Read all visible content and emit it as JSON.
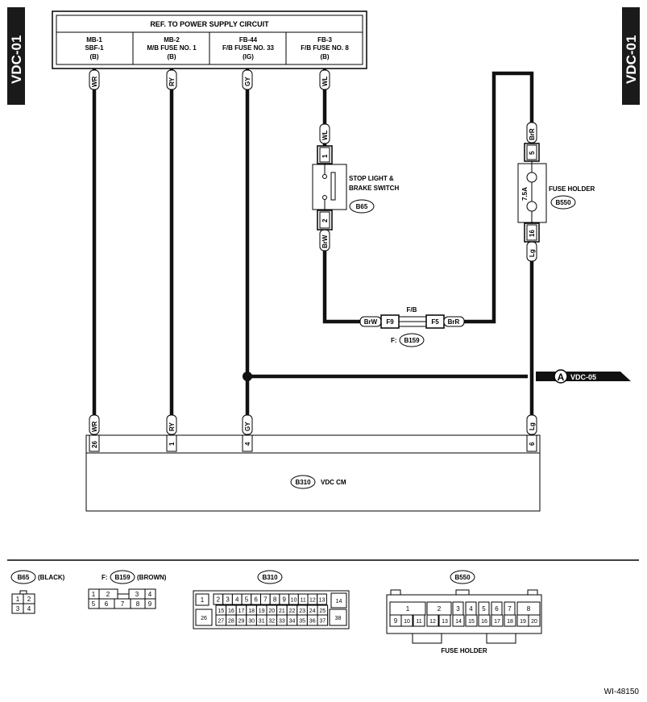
{
  "page_tags": {
    "left": "VDC-01",
    "right": "VDC-01"
  },
  "ref_box": {
    "title": "REF. TO POWER SUPPLY CIRCUIT",
    "columns": [
      {
        "l1": "MB-1",
        "l2": "SBF-1",
        "l3": "(B)"
      },
      {
        "l1": "MB-2",
        "l2": "M/B FUSE NO. 1",
        "l3": "(B)"
      },
      {
        "l1": "FB-44",
        "l2": "F/B FUSE NO. 33",
        "l3": "(IG)"
      },
      {
        "l1": "FB-3",
        "l2": "F/B FUSE NO. 8",
        "l3": "(B)"
      }
    ]
  },
  "wires": {
    "wr": "WR",
    "ry": "RY",
    "gy": "GY",
    "wl": "WL",
    "brw": "BrW",
    "brr": "BrR",
    "lg": "Lg"
  },
  "stop_switch": {
    "label_line1": "STOP LIGHT &",
    "label_line2": "BRAKE SWITCH",
    "connector": "B65",
    "pin_top": "1",
    "pin_bottom": "2"
  },
  "fuse_holder": {
    "label": "FUSE HOLDER",
    "connector": "B550",
    "rating": "7.5A",
    "pin_top": "5",
    "pin_bottom": "16"
  },
  "fb_connector": {
    "label": "F/B",
    "pin_left": "F9",
    "pin_right": "F5",
    "prefix": "F:",
    "connector": "B159"
  },
  "link": {
    "letter": "A",
    "target": "VDC-05"
  },
  "module": {
    "connector": "B310",
    "label": "VDC CM",
    "pins": [
      "26",
      "1",
      "4",
      "6"
    ]
  },
  "connector_views": {
    "b65": {
      "name": "B65",
      "color": "(BLACK)",
      "pins": [
        "1",
        "2",
        "3",
        "4"
      ]
    },
    "b159": {
      "prefix": "F:",
      "name": "B159",
      "color": "(BROWN)",
      "pins": [
        "1",
        "2",
        "3",
        "4",
        "5",
        "6",
        "7",
        "8",
        "9"
      ]
    },
    "b310": {
      "name": "B310",
      "pins": [
        "1",
        "2",
        "3",
        "4",
        "5",
        "6",
        "7",
        "8",
        "9",
        "10",
        "11",
        "12",
        "13",
        "14",
        "15",
        "16",
        "17",
        "18",
        "19",
        "20",
        "21",
        "22",
        "23",
        "24",
        "25",
        "26",
        "27",
        "28",
        "29",
        "30",
        "31",
        "32",
        "33",
        "34",
        "35",
        "36",
        "37",
        "38"
      ]
    },
    "b550": {
      "name": "B550",
      "caption": "FUSE HOLDER",
      "pins": [
        "1",
        "2",
        "3",
        "4",
        "5",
        "6",
        "7",
        "8",
        "9",
        "10",
        "11",
        "12",
        "13",
        "14",
        "15",
        "16",
        "17",
        "18",
        "19",
        "20"
      ]
    }
  },
  "figure_id": "WI-48150"
}
